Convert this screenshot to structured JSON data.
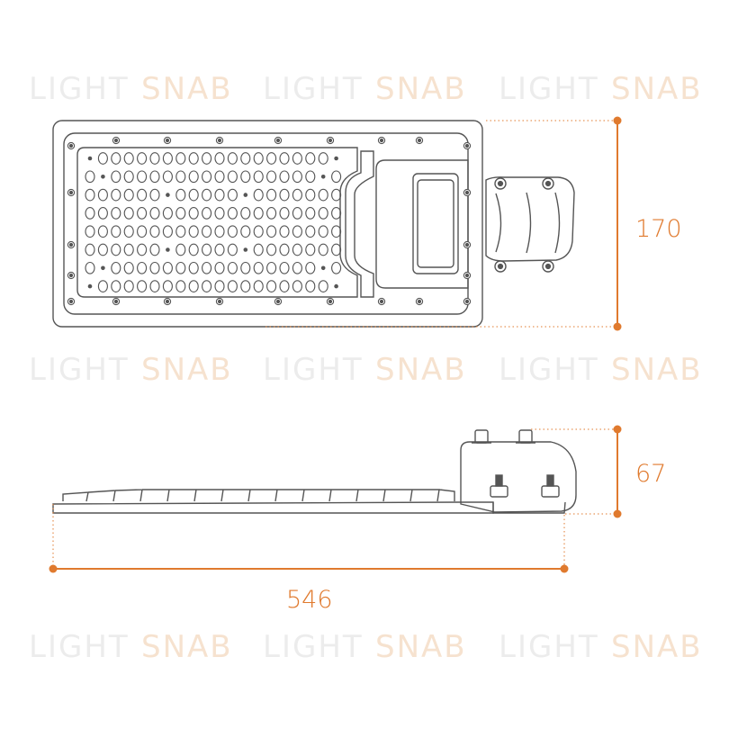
{
  "watermark": {
    "word1": "LIGHT",
    "word2": "SNAB"
  },
  "dimensions": {
    "height_top_view": "170",
    "height_side_view": "67",
    "length": "546"
  },
  "colors": {
    "outline": "#555555",
    "dimension": "#e07a2e",
    "watermark_gray": "#ececec",
    "watermark_orange": "#f6e2cf"
  }
}
